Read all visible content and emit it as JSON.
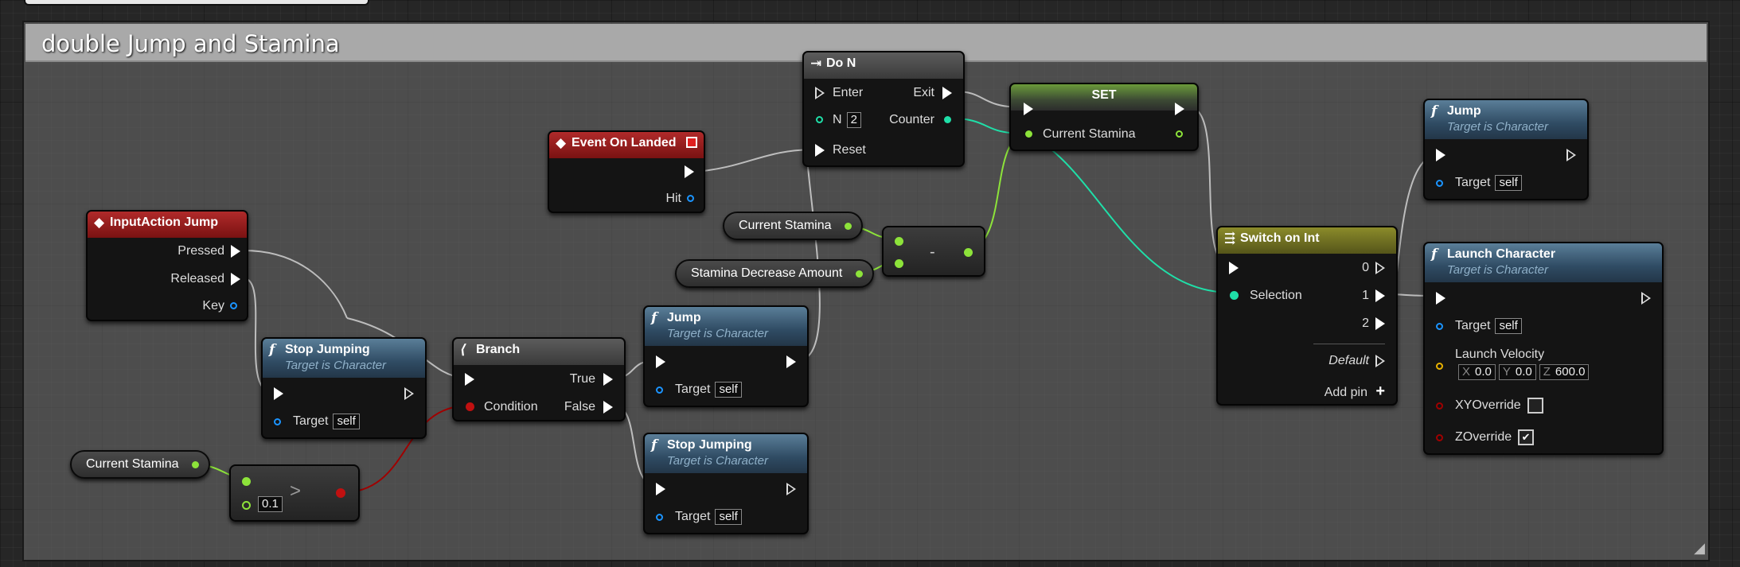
{
  "comment": {
    "title": "double Jump and Stamina"
  },
  "colors": {
    "exec": "#ffffff",
    "float": "#8de33a",
    "int": "#1fdfa8",
    "object": "#1b94ff",
    "bool": "#a00000",
    "struct": "#e8b100"
  },
  "nodes": {
    "inputaction": {
      "title": "InputAction Jump",
      "pressed": "Pressed",
      "released": "Released",
      "key": "Key"
    },
    "event_landed": {
      "title": "Event On Landed",
      "hit": "Hit"
    },
    "do_n": {
      "title": "Do N",
      "enter": "Enter",
      "exit": "Exit",
      "n": "N",
      "n_value": "2",
      "counter": "Counter",
      "reset": "Reset"
    },
    "set": {
      "title": "SET",
      "var": "Current Stamina"
    },
    "subtract": {
      "symbol": "-"
    },
    "greater": {
      "symbol": ">",
      "b_value": "0.1"
    },
    "stop_jump_1": {
      "title": "Stop Jumping",
      "subtitle": "Target is Character",
      "target": "Target",
      "self": "self"
    },
    "branch": {
      "title": "Branch",
      "true_label": "True",
      "condition": "Condition",
      "false_label": "False"
    },
    "jump_1": {
      "title": "Jump",
      "subtitle": "Target is Character",
      "target": "Target",
      "self": "self"
    },
    "stop_jump_2": {
      "title": "Stop Jumping",
      "subtitle": "Target is Character",
      "target": "Target",
      "self": "self"
    },
    "switch": {
      "title": "Switch on Int",
      "out0": "0",
      "selection": "Selection",
      "out1": "1",
      "out2": "2",
      "default": "Default",
      "add_pin": "Add pin",
      "add_icon": "+"
    },
    "jump_2": {
      "title": "Jump",
      "subtitle": "Target is Character",
      "target": "Target",
      "self": "self"
    },
    "launch": {
      "title": "Launch Character",
      "subtitle": "Target is Character",
      "target": "Target",
      "self": "self",
      "velocity": "Launch Velocity",
      "x": "0.0",
      "y": "0.0",
      "z": "600.0",
      "xlabel": "X",
      "ylabel": "Y",
      "zlabel": "Z",
      "xy": "XYOverride",
      "zo": "ZOverride",
      "zo_check": "✔"
    }
  },
  "variables": {
    "cs_top": "Current Stamina",
    "sda": "Stamina Decrease Amount",
    "cs_bottom": "Current Stamina"
  }
}
